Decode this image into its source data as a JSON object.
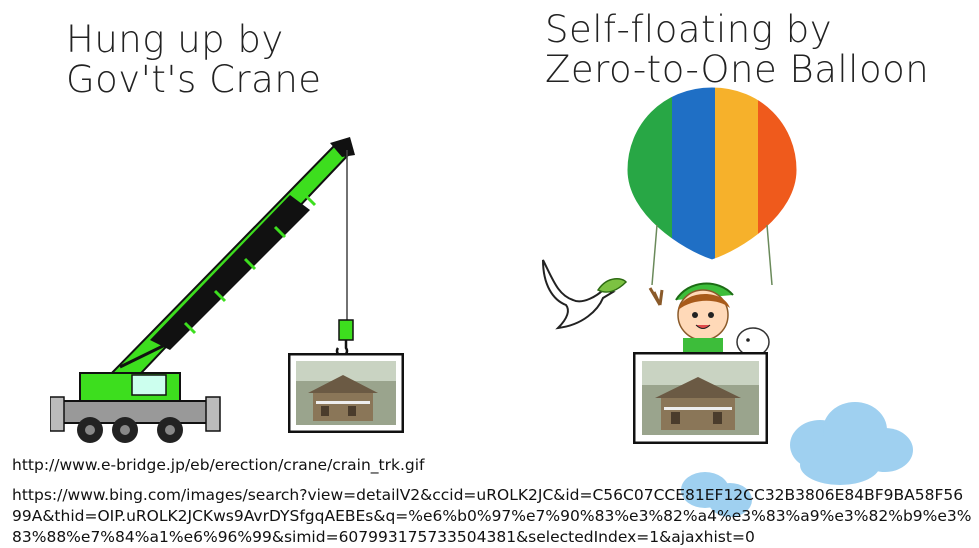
{
  "slide": {
    "left_title": "Hung up by\nGov't's Crane",
    "right_title": "Self-floating by\nZero-to-One Balloon",
    "source_url_1": "http://www.e-bridge.jp/eb/erection/crane/crain_trk.gif",
    "source_url_2": "https://www.bing.com/images/search?view=detailV2&ccid=uROLK2JC&id=C56C07CCE81EF12CC32B3806E84BF9BA58F5699A&thid=OIP.uROLK2JCKws9AvrDYSfgqAEBEs&q=%e6%b0%97%e7%90%83%e3%82%a4%e3%83%a9%e3%82%b9%e3%83%88%e7%84%a1%e6%96%99&simid=607993175733504381&selectedIndex=1&ajaxhist=0"
  },
  "colors": {
    "crane_green": "#3dde1e",
    "crane_black": "#111111",
    "balloon_green": "#28a745",
    "balloon_blue": "#1f6fc5",
    "balloon_yellow": "#f6b12b",
    "balloon_orange": "#ef5a1c",
    "cloud_blue": "#9fd0f0",
    "leaf_green": "#7cc242"
  },
  "icons": {
    "crane": "crane-truck-illustration",
    "house_photo": "house-photo-frame",
    "balloon": "hot-air-balloon-illustration",
    "dove": "dove-with-leaf-icon",
    "child": "elf-child-icon",
    "clouds": "cloud-icon"
  }
}
